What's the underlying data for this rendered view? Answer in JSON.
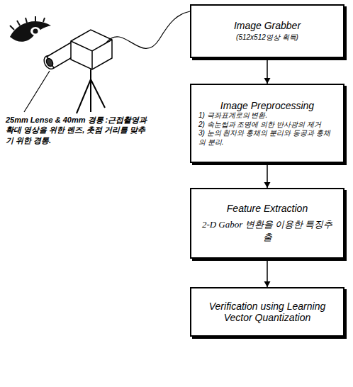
{
  "diagram": {
    "nodes": [
      {
        "text": [
          "Image Grabber",
          "(512x512영상 획득)"
        ]
      },
      {
        "text": [
          "Image Preprocessing",
          "1) 극좌표계로의 변환.",
          "2) 속눈썹과 조명에 의한 반사광의 제거",
          "3) 눈의 흰자와 홍채의 분리와 동공과 홍채의 분리."
        ]
      },
      {
        "text": [
          "Feature Extraction",
          "2-D Gabor 변환을 이용한 특징추출"
        ]
      },
      {
        "text": [
          "Verification using Learning Vector Quantization"
        ]
      }
    ],
    "edges": [
      {
        "from": 0,
        "to": 1,
        "arrow": "to"
      },
      {
        "from": 1,
        "to": 2,
        "arrow": "to"
      },
      {
        "from": 2,
        "to": 3,
        "arrow": "to"
      }
    ],
    "labels": [
      "25mm Lense & 40mm 경통 :근접촬영과 확대 영상을 위한 렌즈, 촛점 거리를 맞추기 위한 경통."
    ]
  }
}
